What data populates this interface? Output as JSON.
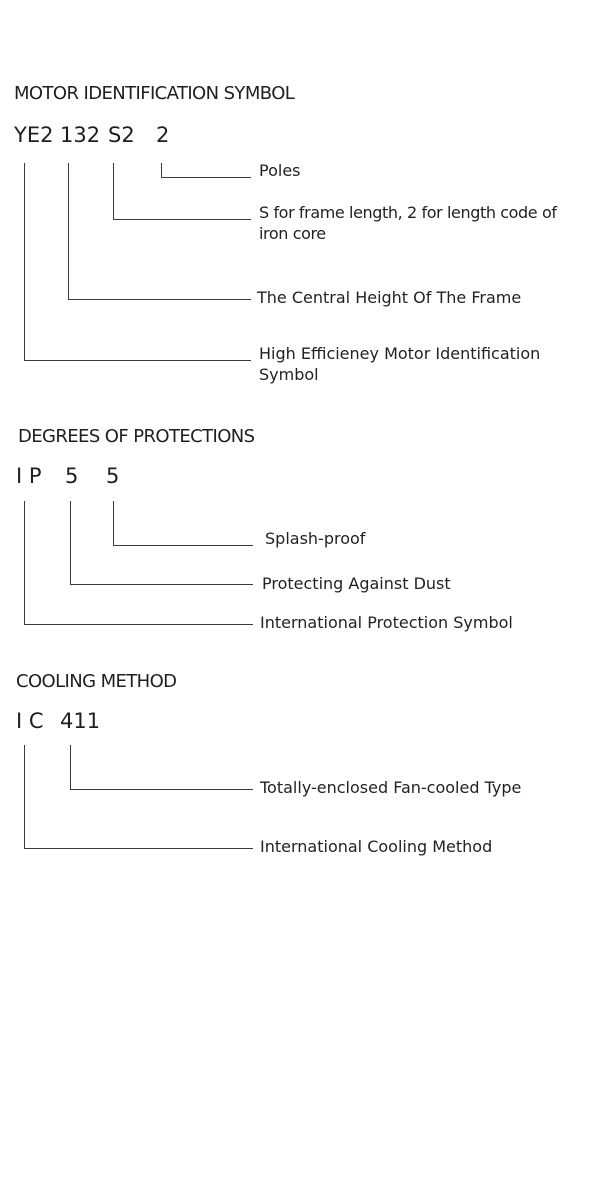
{
  "motor": {
    "title": "MOTOR IDENTIFICATION SYMBOL",
    "codes": [
      "YE2",
      "132",
      "S2",
      "2"
    ],
    "labels": [
      "Poles",
      "S for frame length, 2 for length code of",
      "iron core",
      "The Central Height Of The Frame",
      "High Efficieney Motor Identification",
      "Symbol"
    ]
  },
  "protection": {
    "title": "DEGREES OF PROTECTIONS",
    "codes": [
      "I P",
      "5",
      "5"
    ],
    "labels": [
      "Splash-proof",
      "Protecting Against Dust",
      "International Protection Symbol"
    ]
  },
  "cooling": {
    "title": "COOLING METHOD",
    "codes": [
      "I C",
      "411"
    ],
    "labels": [
      "Totally-enclosed Fan-cooled Type",
      "International Cooling Method"
    ]
  }
}
